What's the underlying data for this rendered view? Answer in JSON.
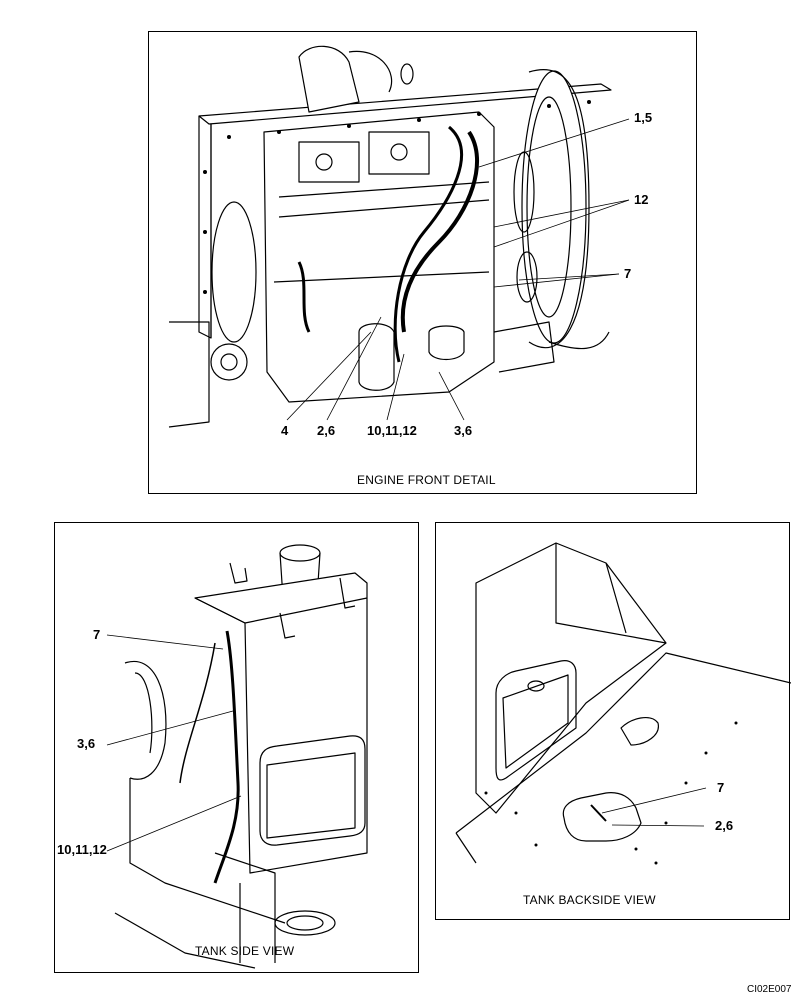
{
  "panels": {
    "engine_front": {
      "caption": "ENGINE FRONT DETAIL",
      "callouts": [
        "1,5",
        "12",
        "7",
        "4",
        "2,6",
        "10,11,12",
        "3,6"
      ]
    },
    "tank_side": {
      "caption": "TANK SIDE VIEW",
      "callouts": [
        "7",
        "3,6",
        "10,11,12"
      ]
    },
    "tank_backside": {
      "caption": "TANK BACKSIDE VIEW",
      "callouts": [
        "7",
        "2,6"
      ]
    }
  },
  "drawing_code": "CI02E007",
  "colors": {
    "line": "#000000",
    "background": "#ffffff"
  }
}
